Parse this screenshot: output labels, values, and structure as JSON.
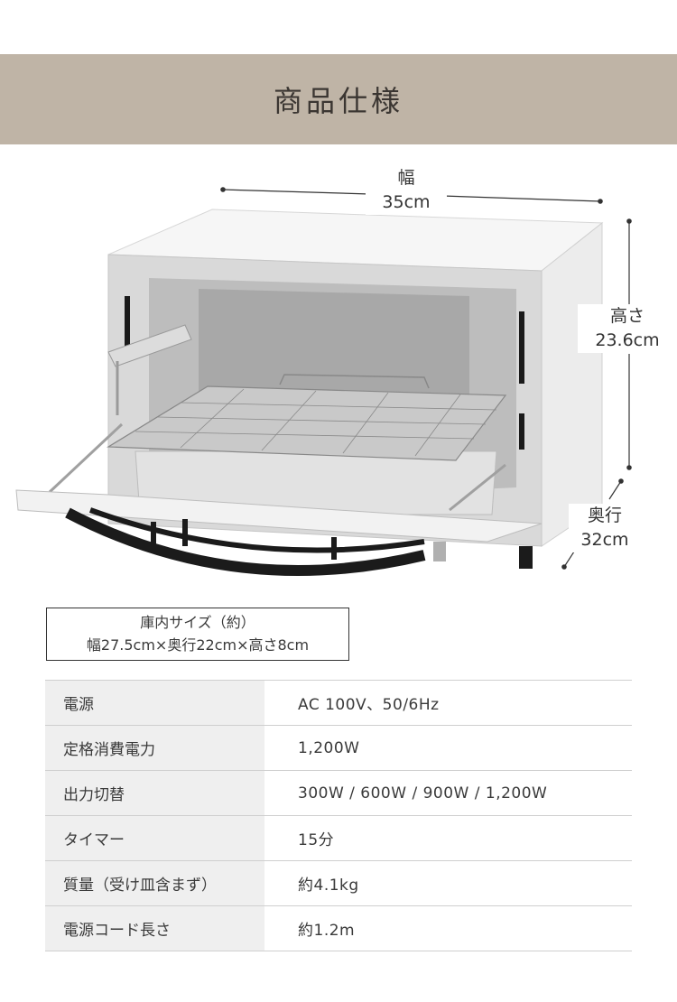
{
  "header": {
    "title": "商品仕様"
  },
  "dimensions": {
    "width_label": "幅",
    "width_value": "35cm",
    "height_label": "高さ",
    "height_value": "23.6cm",
    "depth_label": "奥行",
    "depth_value": "32cm"
  },
  "inner_size": {
    "title": "庫内サイズ（約）",
    "value": "幅27.5cm×奥行22cm×高さ8cm"
  },
  "specs": [
    {
      "key": "電源",
      "value": "AC 100V、50/6Hz"
    },
    {
      "key": "定格消費電力",
      "value": "1,200W"
    },
    {
      "key": "出力切替",
      "value": "300W / 600W / 900W / 1,200W"
    },
    {
      "key": "タイマー",
      "value": "15分"
    },
    {
      "key": "質量（受け皿含まず）",
      "value": "約4.1kg"
    },
    {
      "key": "電源コード長さ",
      "value": "約1.2m"
    }
  ]
}
